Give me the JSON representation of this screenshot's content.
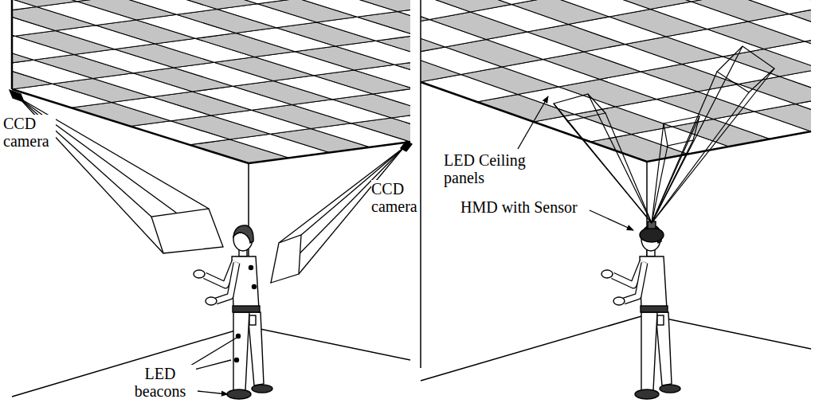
{
  "diagram": {
    "labels": [
      "CCD camera",
      "CCD camera",
      "LED beacons",
      "LED Ceiling panels",
      "HMD with Sensor"
    ]
  }
}
